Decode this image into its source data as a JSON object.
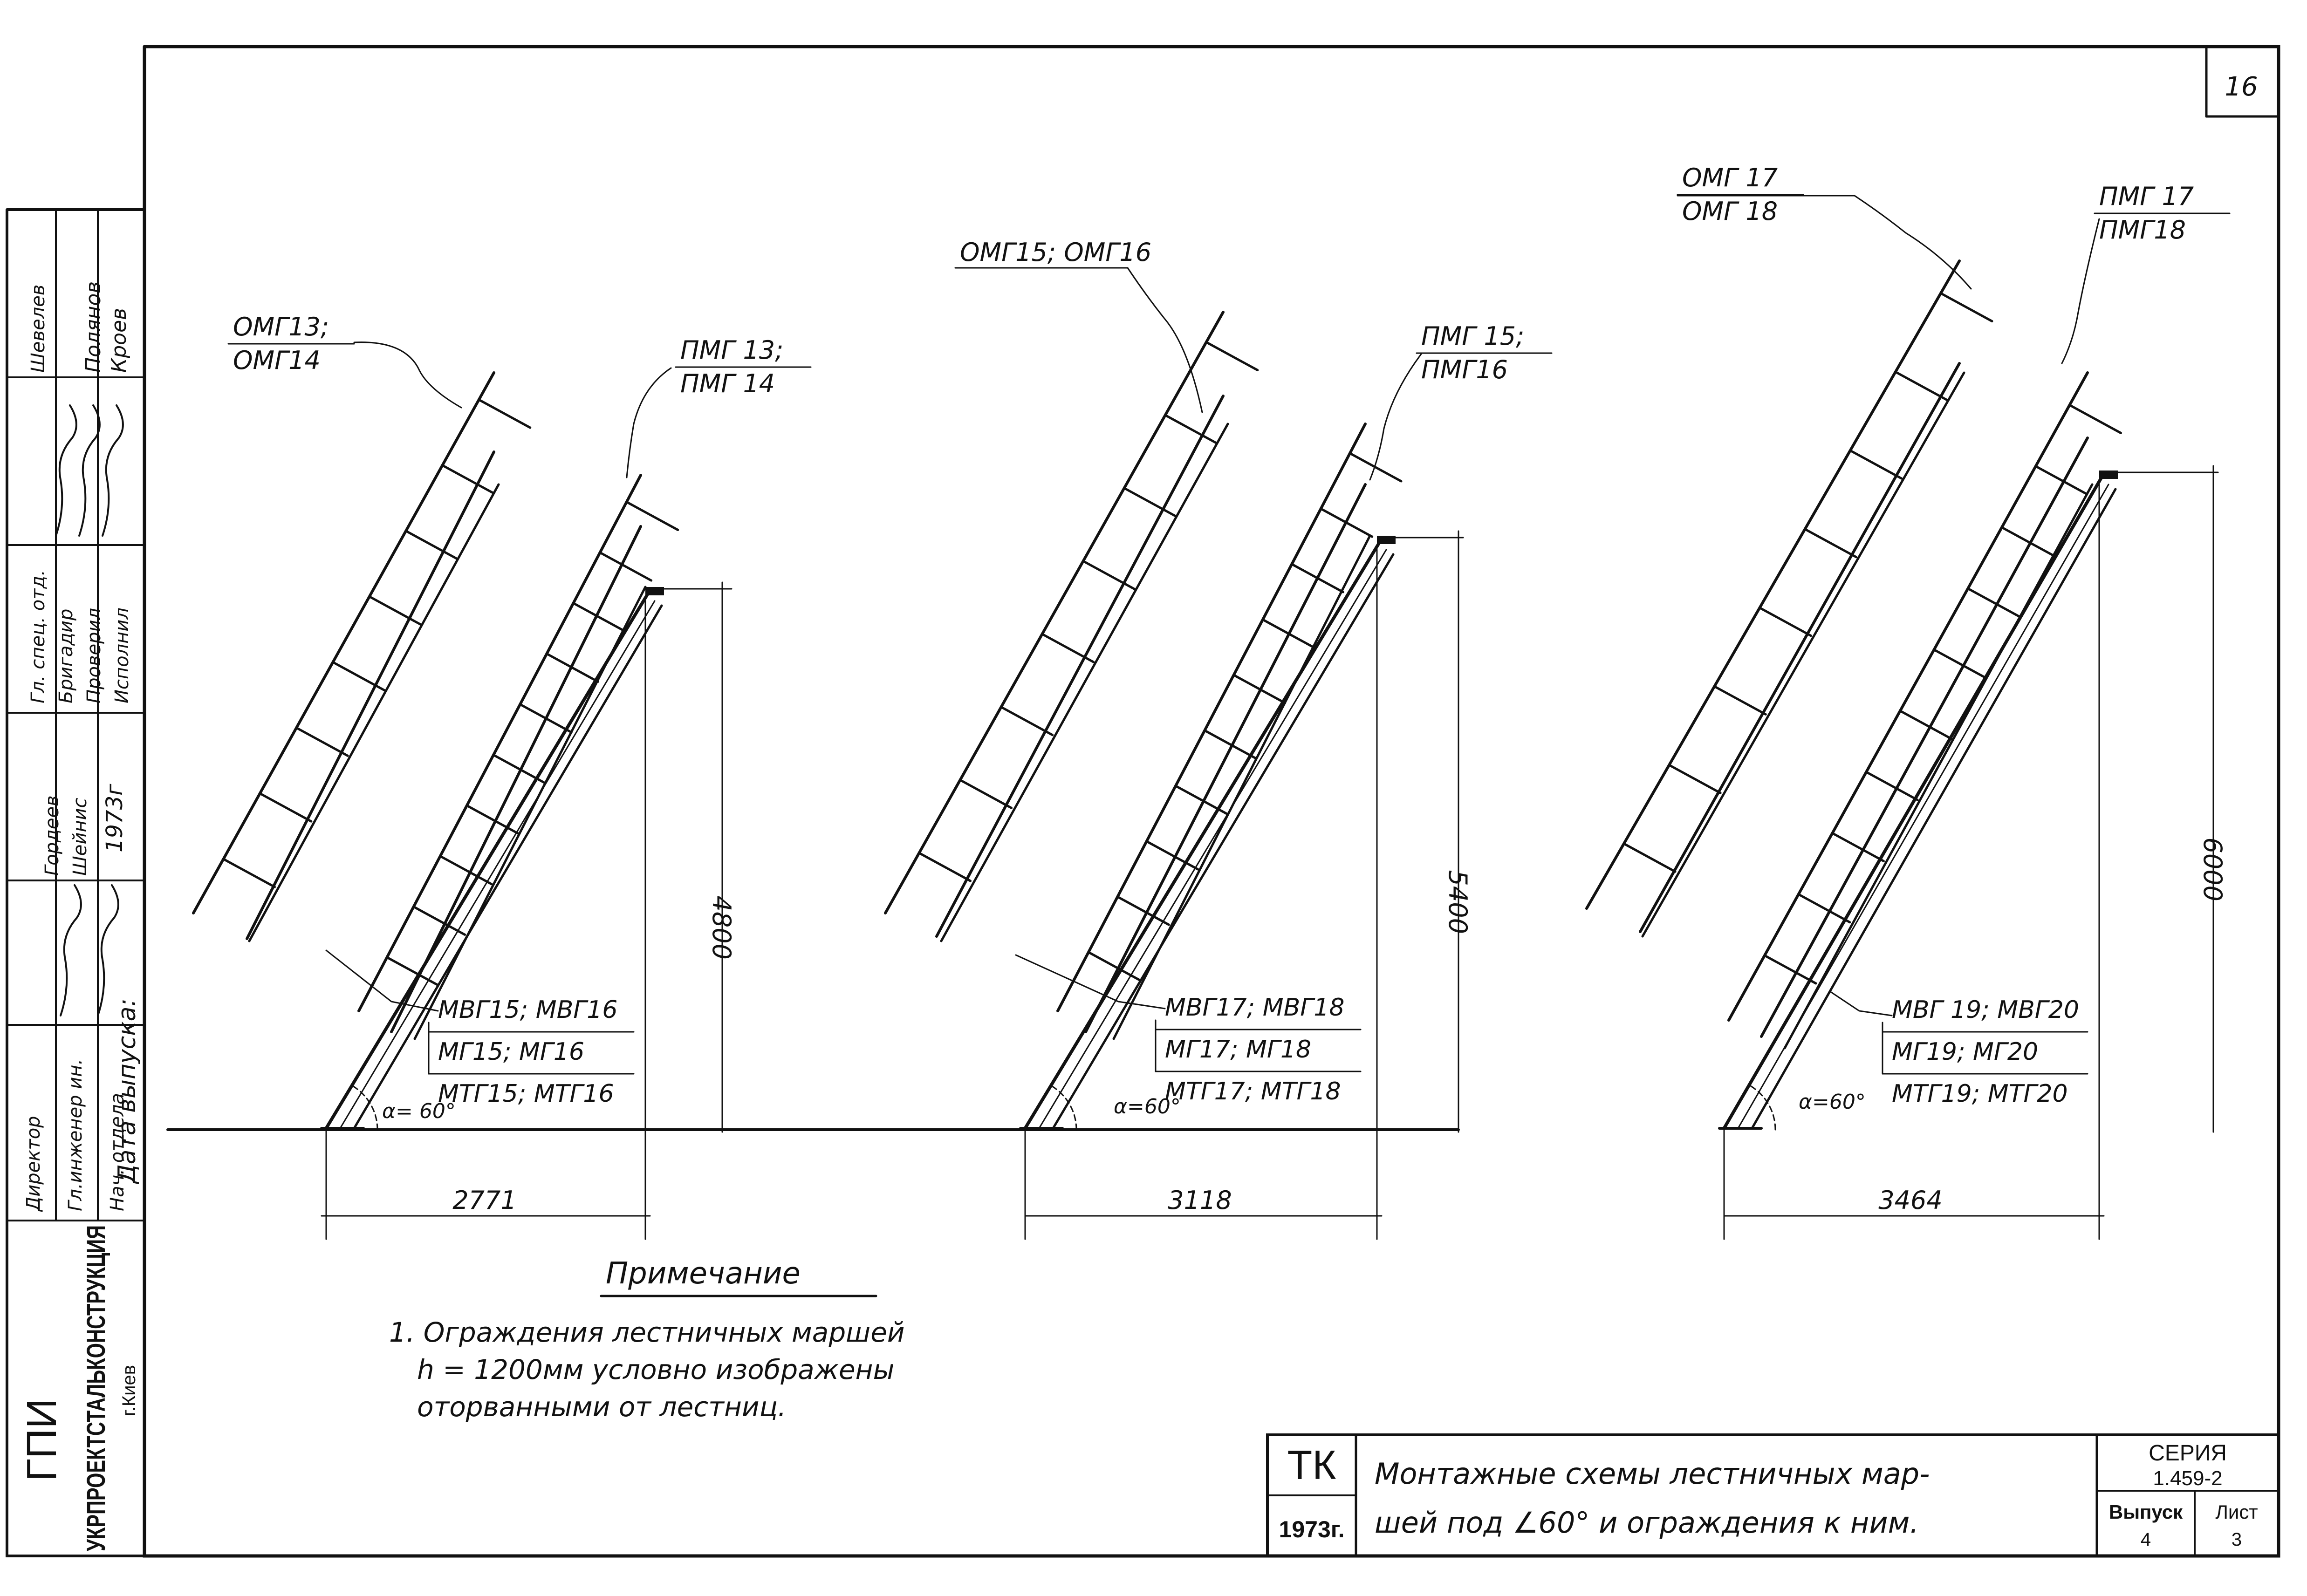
{
  "sheet": {
    "page_number": "16",
    "side_block": {
      "roles": [
        "Директор",
        "Гл.инженер ин.",
        "Нач. отдела",
        "Гл. спец. отд.",
        "Бригадир",
        "Проверил",
        "Исполнил"
      ],
      "names": [
        "Шевелев",
        "Гордеев",
        "Шейнис",
        "Полянов",
        "Кроев"
      ],
      "year": "1973г",
      "release_date_label": "Дата выпуска:",
      "org_short": "ГПИ",
      "org_name": "УКРПРОЕКТСТАЛЬКОНСТРУКЦИЯ",
      "city": "г.Киев"
    },
    "schemes": [
      {
        "rail_top_label": "ОМГ13;",
        "rail_bottom_label": "ОМГ14",
        "right_rail_top_label": "ПМГ 13;",
        "right_rail_bottom_label": "ПМГ 14",
        "stair_labels": [
          "МВГ15; МВГ16",
          "МГ15; МГ16",
          "МТГ15; МТГ16"
        ],
        "angle_label": "α= 60°",
        "height_dim": "4800",
        "width_dim": "2771"
      },
      {
        "rail_top_label": "ОМГ15; ОМГ16",
        "rail_bottom_label": "",
        "right_rail_top_label": "ПМГ 15;",
        "right_rail_bottom_label": "ПМГ16",
        "stair_labels": [
          "МВГ17; МВГ18",
          "МГ17; МГ18",
          "МТГ17; МТГ18"
        ],
        "angle_label": "α=60°",
        "height_dim": "5400",
        "width_dim": "3118"
      },
      {
        "rail_top_label": "ОМГ 17",
        "rail_bottom_label": "ОМГ 18",
        "right_rail_top_label": "ПМГ 17",
        "right_rail_bottom_label": "ПМГ18",
        "stair_labels": [
          "МВГ 19; МВГ20",
          "МГ19; МГ20",
          "МТГ19; МТГ20"
        ],
        "angle_label": "α=60°",
        "height_dim": "6000",
        "width_dim": "3464"
      }
    ],
    "note": {
      "heading": "Примечание",
      "lines": [
        "1. Ограждения лестничных маршей",
        "h = 1200мм условно изображены",
        "оторванными от лестниц."
      ]
    },
    "title_block": {
      "code": "ТК",
      "year": "1973г.",
      "title_line1": "Монтажные схемы лестничных мар-",
      "title_line2": "шей под ∠60° и ограждения к ним.",
      "series_label": "СЕРИЯ",
      "series_value": "1.459-2",
      "issue_label": "Выпуск",
      "issue_value": "4",
      "sheet_label": "Лист",
      "sheet_value": "3"
    }
  }
}
